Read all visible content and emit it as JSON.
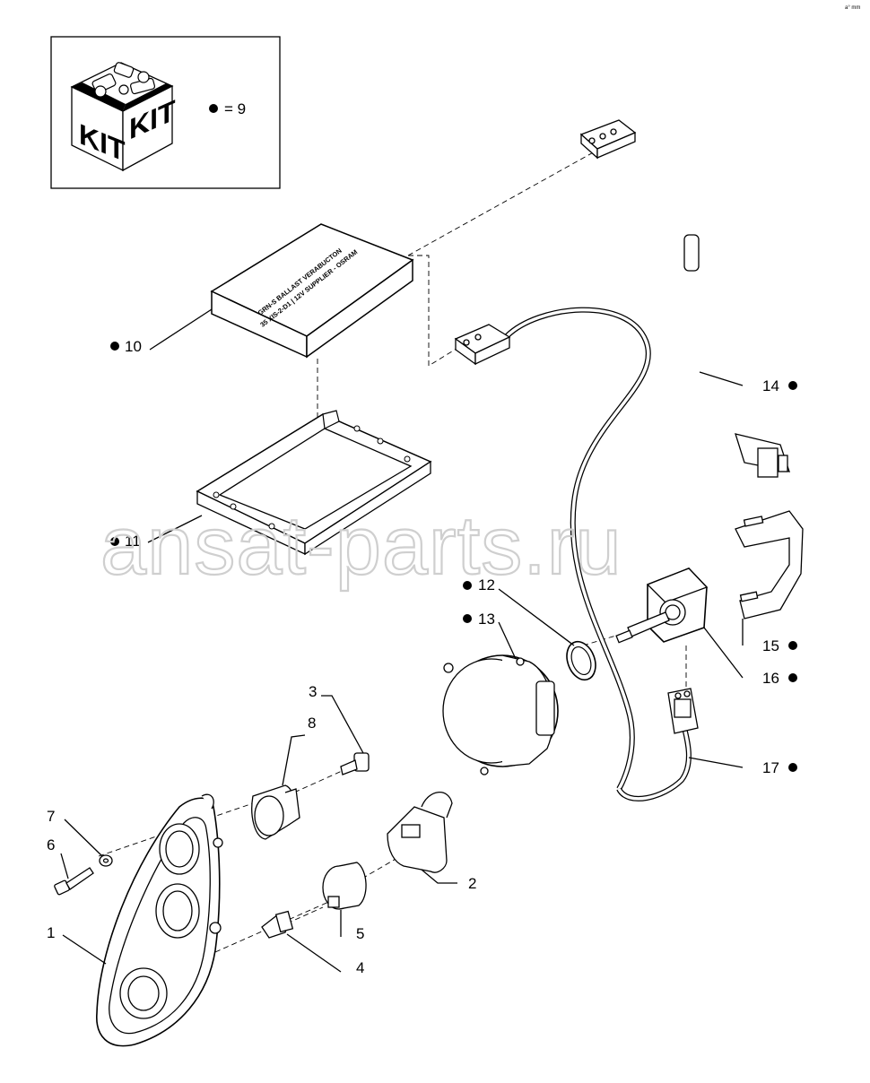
{
  "diagram": {
    "corner_mark": "a° mm",
    "watermark": "ansat-parts.ru",
    "kit_box": {
      "kit_left": "KIT",
      "kit_right": "KIT",
      "equation": "= 9"
    },
    "ballast_label_line1": "GRN-S BALLAST VERABUCTON",
    "ballast_label_line2": "35 XIS-2-D1 | 12V SUPPLIER - OSRAM",
    "callouts": [
      {
        "id": "1",
        "text": "1",
        "marked": false
      },
      {
        "id": "2",
        "text": "2",
        "marked": false
      },
      {
        "id": "3",
        "text": "3",
        "marked": false
      },
      {
        "id": "4",
        "text": "4",
        "marked": false
      },
      {
        "id": "5",
        "text": "5",
        "marked": false
      },
      {
        "id": "6",
        "text": "6",
        "marked": false
      },
      {
        "id": "7",
        "text": "7",
        "marked": false
      },
      {
        "id": "8",
        "text": "8",
        "marked": false
      },
      {
        "id": "10",
        "text": "10",
        "marked": true
      },
      {
        "id": "11",
        "text": "11",
        "marked": true
      },
      {
        "id": "12",
        "text": "12",
        "marked": true
      },
      {
        "id": "13",
        "text": "13",
        "marked": true
      },
      {
        "id": "14",
        "text": "14",
        "marked": true
      },
      {
        "id": "15",
        "text": "15",
        "marked": true
      },
      {
        "id": "16",
        "text": "16",
        "marked": true
      },
      {
        "id": "17",
        "text": "17",
        "marked": true
      }
    ]
  }
}
